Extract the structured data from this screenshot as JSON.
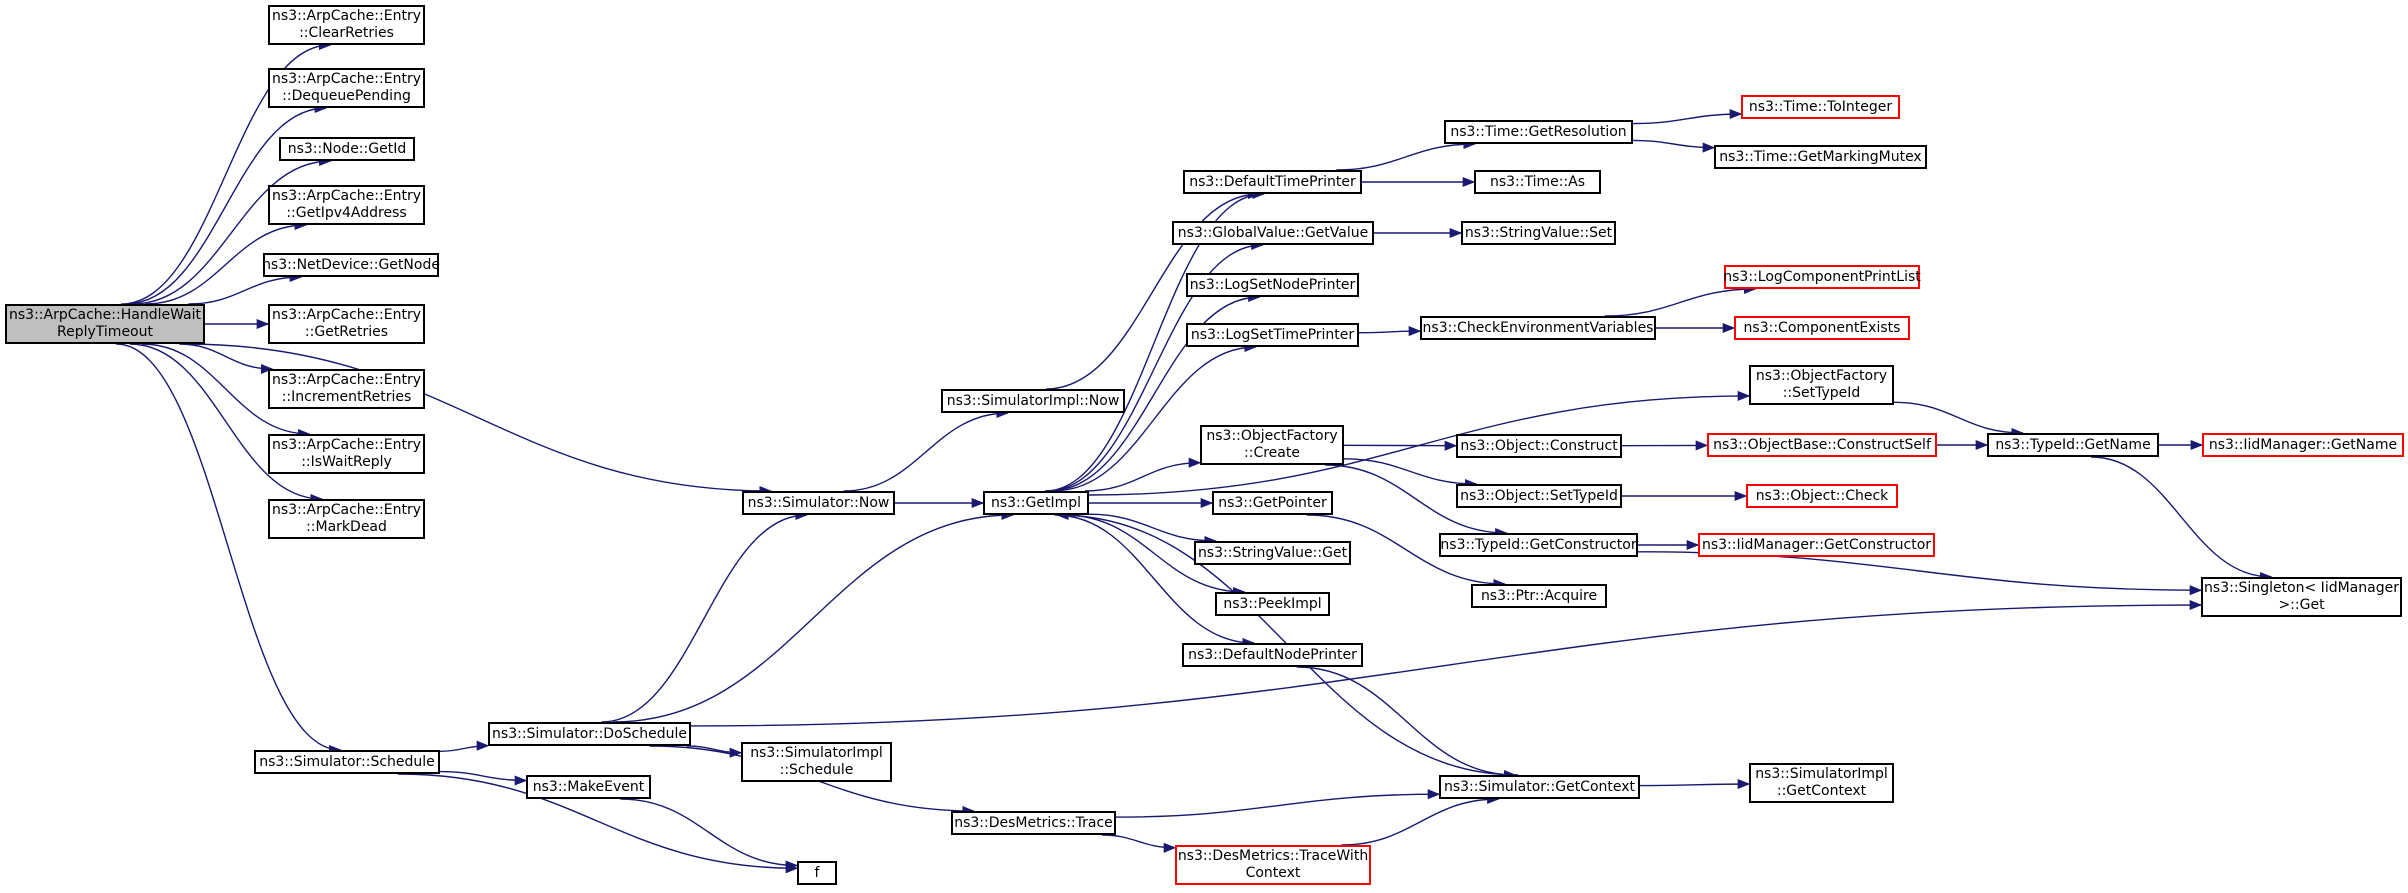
{
  "nodes": [
    {
      "id": "root",
      "lines": [
        "ns3::ArpCache::HandleWait",
        "ReplyTimeout"
      ],
      "root": true
    },
    {
      "id": "clearRetries",
      "lines": [
        "ns3::ArpCache::Entry",
        "::ClearRetries"
      ]
    },
    {
      "id": "dequeuePending",
      "lines": [
        "ns3::ArpCache::Entry",
        "::DequeuePending"
      ]
    },
    {
      "id": "nodeGetId",
      "lines": [
        "ns3::Node::GetId"
      ]
    },
    {
      "id": "getIpv4Address",
      "lines": [
        "ns3::ArpCache::Entry",
        "::GetIpv4Address"
      ]
    },
    {
      "id": "netDeviceGetNode",
      "lines": [
        "ns3::NetDevice::GetNode"
      ]
    },
    {
      "id": "getRetries",
      "lines": [
        "ns3::ArpCache::Entry",
        "::GetRetries"
      ]
    },
    {
      "id": "incrementRetries",
      "lines": [
        "ns3::ArpCache::Entry",
        "::IncrementRetries"
      ]
    },
    {
      "id": "isWaitReply",
      "lines": [
        "ns3::ArpCache::Entry",
        "::IsWaitReply"
      ]
    },
    {
      "id": "markDead",
      "lines": [
        "ns3::ArpCache::Entry",
        "::MarkDead"
      ]
    },
    {
      "id": "simSchedule",
      "lines": [
        "ns3::Simulator::Schedule"
      ]
    },
    {
      "id": "simNow",
      "lines": [
        "ns3::Simulator::Now"
      ]
    },
    {
      "id": "simImplNow",
      "lines": [
        "ns3::SimulatorImpl::Now"
      ]
    },
    {
      "id": "doSchedule",
      "lines": [
        "ns3::Simulator::DoSchedule"
      ]
    },
    {
      "id": "makeEvent",
      "lines": [
        "ns3::MakeEvent"
      ]
    },
    {
      "id": "f",
      "lines": [
        "f"
      ]
    },
    {
      "id": "simImplSchedule",
      "lines": [
        "ns3::SimulatorImpl",
        "::Schedule"
      ]
    },
    {
      "id": "desTrace",
      "lines": [
        "ns3::DesMetrics::Trace"
      ]
    },
    {
      "id": "desTraceWithContext",
      "lines": [
        "ns3::DesMetrics::TraceWith",
        "Context"
      ],
      "red": true
    },
    {
      "id": "getImpl",
      "lines": [
        "ns3::GetImpl"
      ]
    },
    {
      "id": "defaultTimePrinter",
      "lines": [
        "ns3::DefaultTimePrinter"
      ]
    },
    {
      "id": "globalValueGetValue",
      "lines": [
        "ns3::GlobalValue::GetValue"
      ]
    },
    {
      "id": "logSetNodePrinter",
      "lines": [
        "ns3::LogSetNodePrinter"
      ]
    },
    {
      "id": "logSetTimePrinter",
      "lines": [
        "ns3::LogSetTimePrinter"
      ]
    },
    {
      "id": "ofCreate",
      "lines": [
        "ns3::ObjectFactory",
        "::Create"
      ]
    },
    {
      "id": "getPointer",
      "lines": [
        "ns3::GetPointer"
      ]
    },
    {
      "id": "stringValueGet",
      "lines": [
        "ns3::StringValue::Get"
      ]
    },
    {
      "id": "peekImpl",
      "lines": [
        "ns3::PeekImpl"
      ]
    },
    {
      "id": "defaultNodePrinter",
      "lines": [
        "ns3::DefaultNodePrinter"
      ]
    },
    {
      "id": "timeGetResolution",
      "lines": [
        "ns3::Time::GetResolution"
      ]
    },
    {
      "id": "timeAs",
      "lines": [
        "ns3::Time::As"
      ]
    },
    {
      "id": "stringValueSet",
      "lines": [
        "ns3::StringValue::Set"
      ]
    },
    {
      "id": "checkEnvVars",
      "lines": [
        "ns3::CheckEnvironmentVariables"
      ]
    },
    {
      "id": "objectConstruct",
      "lines": [
        "ns3::Object::Construct"
      ]
    },
    {
      "id": "objectSetTypeId",
      "lines": [
        "ns3::Object::SetTypeId"
      ]
    },
    {
      "id": "typeIdGetConstructor",
      "lines": [
        "ns3::TypeId::GetConstructor"
      ]
    },
    {
      "id": "ptrAcquire",
      "lines": [
        "ns3::Ptr::Acquire"
      ]
    },
    {
      "id": "simGetContext",
      "lines": [
        "ns3::Simulator::GetContext"
      ]
    },
    {
      "id": "timeToInteger",
      "lines": [
        "ns3::Time::ToInteger"
      ],
      "red": true
    },
    {
      "id": "timeGetMarkingMutex",
      "lines": [
        "ns3::Time::GetMarkingMutex"
      ]
    },
    {
      "id": "logComponentPrintList",
      "lines": [
        "ns3::LogComponentPrintList"
      ],
      "red": true
    },
    {
      "id": "componentExists",
      "lines": [
        "ns3::ComponentExists"
      ],
      "red": true
    },
    {
      "id": "ofSetTypeId",
      "lines": [
        "ns3::ObjectFactory",
        "::SetTypeId"
      ]
    },
    {
      "id": "objectBaseConstructSelf",
      "lines": [
        "ns3::ObjectBase::ConstructSelf"
      ],
      "red": true
    },
    {
      "id": "objectCheck",
      "lines": [
        "ns3::Object::Check"
      ],
      "red": true
    },
    {
      "id": "iidManagerGetConstructor",
      "lines": [
        "ns3::IidManager::GetConstructor"
      ],
      "red": true
    },
    {
      "id": "simImplGetContext",
      "lines": [
        "ns3::SimulatorImpl",
        "::GetContext"
      ]
    },
    {
      "id": "typeIdGetName",
      "lines": [
        "ns3::TypeId::GetName"
      ]
    },
    {
      "id": "iidManagerGetName",
      "lines": [
        "ns3::IidManager::GetName"
      ],
      "red": true
    },
    {
      "id": "singletonGet",
      "lines": [
        "ns3::Singleton< IidManager",
        ">::Get"
      ]
    }
  ],
  "edges": [
    [
      "root",
      "clearRetries"
    ],
    [
      "root",
      "dequeuePending"
    ],
    [
      "root",
      "nodeGetId"
    ],
    [
      "root",
      "getIpv4Address"
    ],
    [
      "root",
      "netDeviceGetNode"
    ],
    [
      "root",
      "getRetries"
    ],
    [
      "root",
      "incrementRetries"
    ],
    [
      "root",
      "isWaitReply"
    ],
    [
      "root",
      "markDead"
    ],
    [
      "root",
      "simNow"
    ],
    [
      "root",
      "simSchedule"
    ],
    [
      "simNow",
      "simImplNow"
    ],
    [
      "simNow",
      "getImpl"
    ],
    [
      "simImplNow",
      "defaultTimePrinter"
    ],
    [
      "getImpl",
      "defaultTimePrinter"
    ],
    [
      "getImpl",
      "globalValueGetValue"
    ],
    [
      "getImpl",
      "logSetNodePrinter"
    ],
    [
      "getImpl",
      "logSetTimePrinter"
    ],
    [
      "getImpl",
      "ofSetTypeId"
    ],
    [
      "getImpl",
      "ofCreate"
    ],
    [
      "getImpl",
      "getPointer"
    ],
    [
      "getImpl",
      "stringValueGet"
    ],
    [
      "getImpl",
      "peekImpl"
    ],
    [
      "getImpl",
      "defaultNodePrinter"
    ],
    [
      "defaultTimePrinter",
      "timeGetResolution"
    ],
    [
      "defaultTimePrinter",
      "timeAs"
    ],
    [
      "timeGetResolution",
      "timeToInteger"
    ],
    [
      "timeGetResolution",
      "timeGetMarkingMutex"
    ],
    [
      "globalValueGetValue",
      "stringValueSet"
    ],
    [
      "logSetTimePrinter",
      "checkEnvVars"
    ],
    [
      "checkEnvVars",
      "logComponentPrintList"
    ],
    [
      "checkEnvVars",
      "componentExists"
    ],
    [
      "ofCreate",
      "objectConstruct"
    ],
    [
      "ofCreate",
      "objectSetTypeId"
    ],
    [
      "ofCreate",
      "typeIdGetConstructor"
    ],
    [
      "objectConstruct",
      "objectBaseConstructSelf"
    ],
    [
      "objectBaseConstructSelf",
      "typeIdGetName"
    ],
    [
      "ofSetTypeId",
      "typeIdGetName"
    ],
    [
      "typeIdGetName",
      "iidManagerGetName"
    ],
    [
      "typeIdGetName",
      "singletonGet"
    ],
    [
      "objectSetTypeId",
      "objectCheck"
    ],
    [
      "typeIdGetConstructor",
      "iidManagerGetConstructor"
    ],
    [
      "typeIdGetConstructor",
      "singletonGet"
    ],
    [
      "getPointer",
      "ptrAcquire"
    ],
    [
      "defaultNodePrinter",
      "simGetContext"
    ],
    [
      "simGetContext",
      "getImpl"
    ],
    [
      "simGetContext",
      "simImplGetContext"
    ],
    [
      "simSchedule",
      "doSchedule"
    ],
    [
      "simSchedule",
      "makeEvent"
    ],
    [
      "simSchedule",
      "f"
    ],
    [
      "makeEvent",
      "f"
    ],
    [
      "doSchedule",
      "simNow"
    ],
    [
      "doSchedule",
      "getImpl"
    ],
    [
      "doSchedule",
      "simImplSchedule"
    ],
    [
      "doSchedule",
      "desTrace"
    ],
    [
      "doSchedule",
      "singletonGet"
    ],
    [
      "desTrace",
      "simGetContext"
    ],
    [
      "desTrace",
      "desTraceWithContext"
    ],
    [
      "desTraceWithContext",
      "simGetContext"
    ]
  ],
  "colors": {
    "edge": "#191970",
    "border": "#000000",
    "red_border": "#ff0000",
    "root_fill": "#bfbfbf"
  }
}
